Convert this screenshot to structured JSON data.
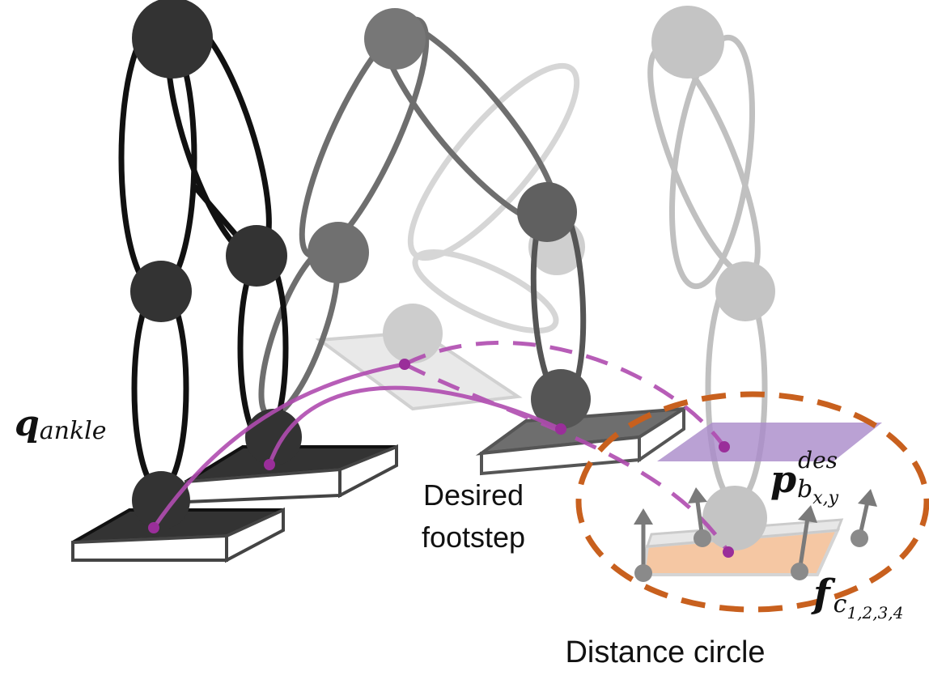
{
  "labels": {
    "q_symbol": "q",
    "q_subscript": "ankle",
    "desired_line1": "Desired",
    "desired_line2": "footstep",
    "p_symbol": "p",
    "p_superscript": "des",
    "p_subscript_main": "b",
    "p_subscript_sub": "x,y",
    "f_symbol": "f",
    "f_subscript_main": "c",
    "f_subscript_sub": "1,2,3,4",
    "distance_circle": "Distance circle"
  },
  "colors": {
    "robot_dark": "#333333",
    "robot_mid": "#6e6e6e",
    "robot_light": "#bdbdbd",
    "trajectory": "#b04cb0",
    "desired_footstep_fill": "#a98ac9",
    "distance_circle": "#c8601e",
    "contact_pad": "#f2b98d"
  }
}
